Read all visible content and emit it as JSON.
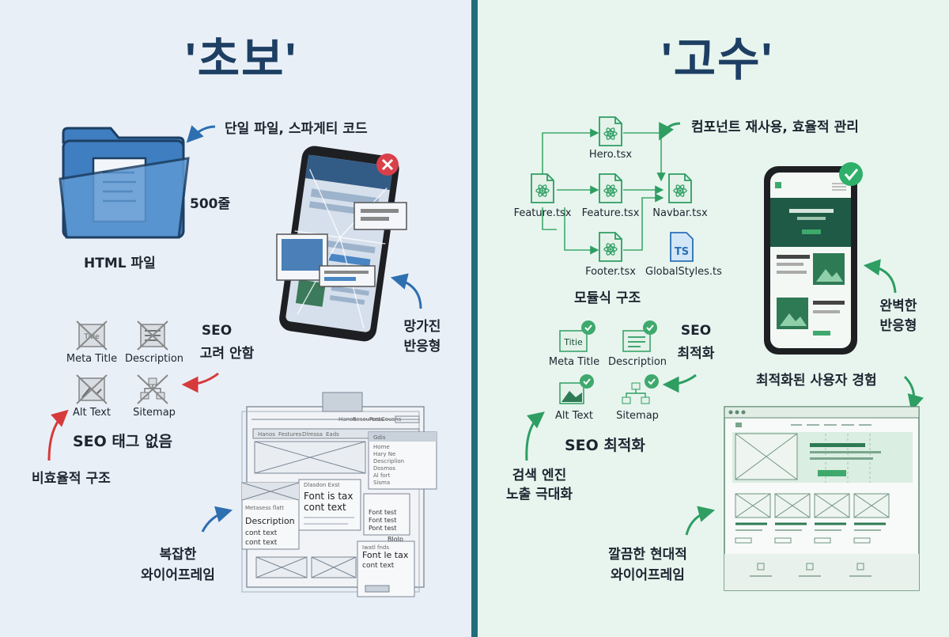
{
  "left": {
    "title": "'초보'",
    "folder_note": "단일 파일, 스파게티 코드",
    "lines": "500줄",
    "file_label": "HTML 파일",
    "broken_label_1": "망가진",
    "broken_label_2": "반응형",
    "seo_label_1": "SEO",
    "seo_label_2": "고려 안함",
    "tags": [
      "Meta Title",
      "Description",
      "Alt Text",
      "Sitemap"
    ],
    "tag_icon_text": "Title",
    "tags_caption": "SEO 태그 없음",
    "structure_label": "비효율적 구조",
    "wire_label_1": "복잡한",
    "wire_label_2": "와이어프레임",
    "wire_texts": {
      "menu_items": [
        "Home",
        "Hary Ne",
        "Descriplion",
        "Dosmos",
        "Al fort",
        "Sisma"
      ],
      "menu_title": "Gdis",
      "nav_items": [
        "Hanos",
        "Festures",
        "Dlressa",
        "Eads"
      ],
      "card1_small": "Metasess flatt",
      "card1_title": "Description",
      "card1_l1": "cont text",
      "card1_l2": "cont text",
      "card2_small": "Dlasdon Exst",
      "card2_title": "Font is tax",
      "card2_sub": "cont text",
      "card3_l1": "Font test",
      "card3_l2": "Font test",
      "card3_l3": "Pont test",
      "card4_small": "Iwatl fnds",
      "card4_title": "Font le tax",
      "card4_sub": "cont text",
      "scribble": "Blolp"
    }
  },
  "right": {
    "title": "'고수'",
    "component_note": "컴포넌트 재사용, 효율적 관리",
    "files": [
      "Hero.tsx",
      "Feature.tsx",
      "Feature.tsx",
      "Navbar.tsx",
      "Footer.tsx",
      "GlobalStyles.ts"
    ],
    "ts_badge": "TS",
    "modular_label": "모듈식 구조",
    "responsive_label_1": "완벽한",
    "responsive_label_2": "반응형",
    "seo_label_1": "SEO",
    "seo_label_2": "최적화",
    "tags": [
      "Meta Title",
      "Description",
      "Alt Text",
      "Sitemap"
    ],
    "tag_icon_text": "Titie",
    "tags_caption": "SEO 최적화",
    "search_label_1": "검색 엔진",
    "search_label_2": "노출 극대화",
    "ux_label": "최적화된 사용자 경험",
    "wire_label_1": "깔끔한 현대적",
    "wire_label_2": "와이어프레임"
  },
  "colors": {
    "left_bg": "#e9eff7",
    "right_bg": "#e8f5ee",
    "divider": "#1f6e7a",
    "title": "#1d3f63",
    "blue_arrow": "#2e6fb0",
    "red_arrow": "#d63a3a",
    "green": "#2e9e63",
    "error": "#d9404a"
  }
}
